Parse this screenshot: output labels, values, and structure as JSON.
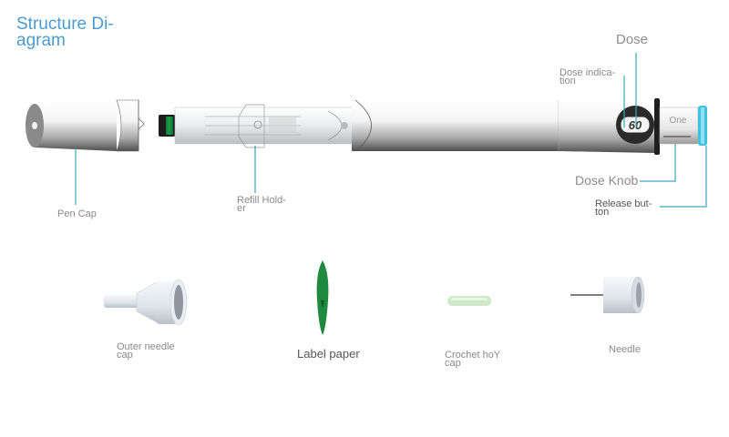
{
  "title": "Structure Di-\ngram",
  "title_lines": [
    "Structure Di-",
    "agram"
  ],
  "callouts": {
    "dose": "Dose",
    "dose_indication": [
      "Dose indica-",
      "tion"
    ],
    "pen_cap": "Pen Cap",
    "refill_holder": [
      "Refill Hold-",
      "er"
    ],
    "dose_knob": "Dose Knob",
    "release_button": [
      "Release but-",
      "ton"
    ]
  },
  "dial": {
    "window_text": "60",
    "knob_text": "One"
  },
  "accessories": [
    {
      "id": "outer-needle-cap",
      "label": [
        "Outer needle",
        "cap"
      ]
    },
    {
      "id": "label-paper",
      "label": [
        "Label paper"
      ]
    },
    {
      "id": "crochet-hoy-cap",
      "label": [
        "Crochet hoY",
        "cap"
      ]
    },
    {
      "id": "needle",
      "label": [
        "Needle"
      ]
    }
  ],
  "colors": {
    "accent": "#3aa6c2",
    "title": "#4a9ccd",
    "label_green": "#1f8a3f",
    "release_blue": "#3fc0de"
  }
}
